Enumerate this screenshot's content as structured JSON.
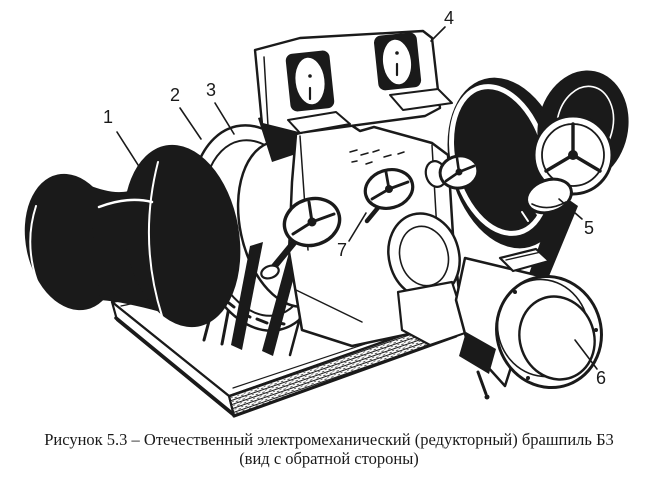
{
  "colors": {
    "ink": "#1a1a1a",
    "background": "#ffffff"
  },
  "illustration": {
    "callouts": [
      {
        "label": "1"
      },
      {
        "label": "2"
      },
      {
        "label": "3"
      },
      {
        "label": "4"
      },
      {
        "label": "5"
      },
      {
        "label": "6"
      },
      {
        "label": "7"
      }
    ]
  },
  "caption": {
    "line1": "Рисунок 5.3 – Отечественный электромеханический (редукторный) брашпиль Б3",
    "line2": "(вид с обратной стороны)"
  }
}
